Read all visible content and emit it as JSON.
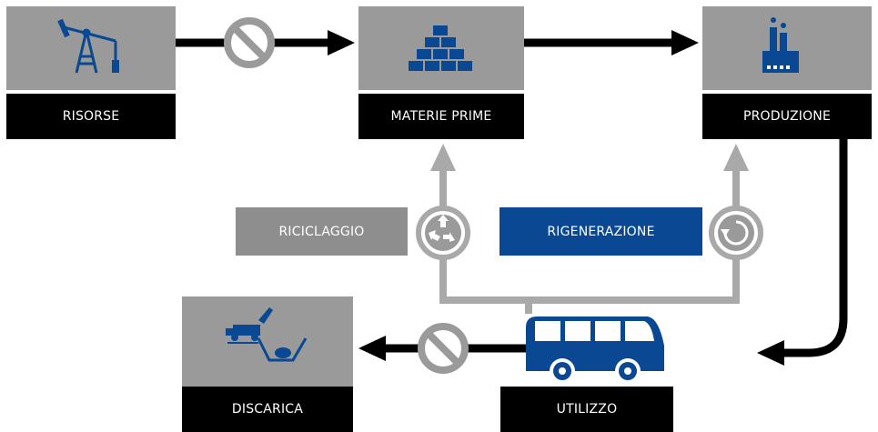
{
  "nodes": {
    "risorse": "RISORSE",
    "materie_prime": "MATERIE PRIME",
    "produzione": "PRODUZIONE",
    "discarica": "DISCARICA",
    "utilizzo": "UTILIZZO"
  },
  "processes": {
    "riciclaggio": "RICICLAGGIO",
    "rigenerazione": "RIGENERAZIONE"
  },
  "icons": {
    "risorse": "oil-pump-icon",
    "materie_prime": "stacked-bricks-icon",
    "produzione": "factory-icon",
    "discarica": "dump-truck-landfill-icon",
    "utilizzo": "bus-icon",
    "riciclaggio": "recycle-icon",
    "rigenerazione": "regeneration-cycle-icon",
    "blocked": "prohibited-icon"
  },
  "colors": {
    "box_grey": "#9a9a9a",
    "label_black": "#000000",
    "accent_blue": "#0a4893",
    "return_grey": "#a9a9a9",
    "riciclaggio_bg": "#8e8e8e",
    "flow_black": "#000000"
  }
}
